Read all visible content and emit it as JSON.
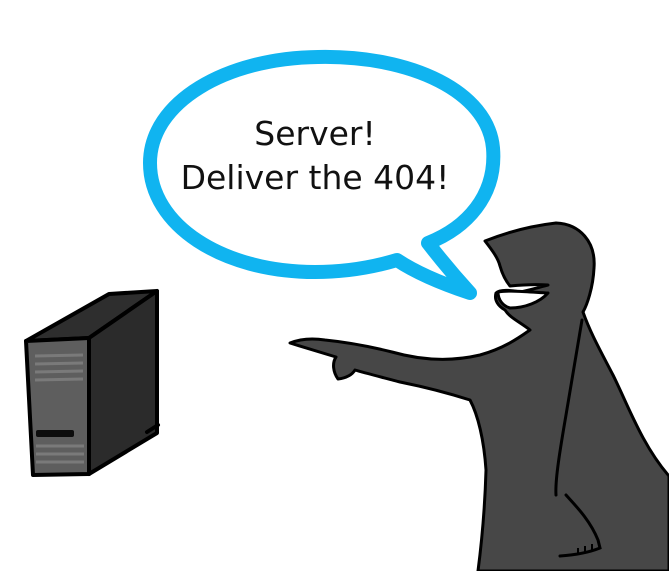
{
  "speech": {
    "line1": "Server!",
    "line2": "Deliver the 404!"
  },
  "colors": {
    "bubble_outline": "#10b4f0",
    "figure_fill": "#474747",
    "server_front": "#5e5e5e",
    "server_side": "#2e2e2e",
    "outline": "#000000"
  },
  "icons": {
    "server": "server-tower-icon",
    "person": "pointing-person-silhouette"
  }
}
